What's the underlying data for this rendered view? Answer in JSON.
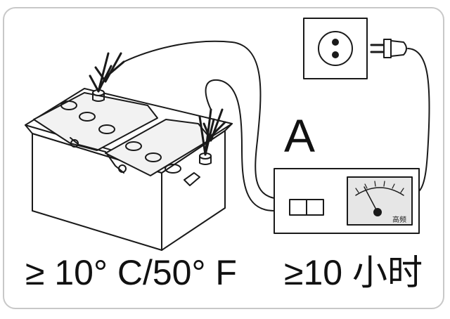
{
  "label_a": "A",
  "temperature": "≥ 10° C/50° F",
  "duration": "≥10 小时",
  "meter_label": "高频",
  "colors": {
    "outline": "#1a1a1a",
    "battery_top": "#f2f2f2",
    "meter_face": "#e6e6e6",
    "frame": "#c8c8c8"
  },
  "icons": [
    "battery-icon",
    "clamp-icon",
    "wall-socket-icon",
    "plug-icon",
    "charger-icon",
    "gauge-icon"
  ]
}
